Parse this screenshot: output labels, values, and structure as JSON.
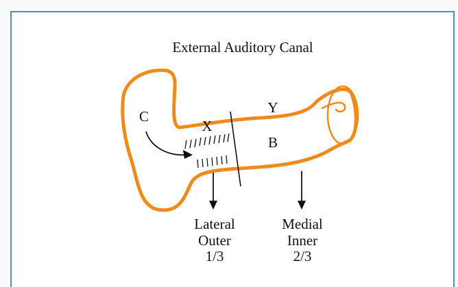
{
  "title": "External Auditory Canal",
  "labels": {
    "c": "C",
    "x": "X",
    "y": "Y",
    "b": "B"
  },
  "lateral": {
    "line1": "Lateral",
    "line2": "Outer",
    "line3": "1/3"
  },
  "medial": {
    "line1": "Medial",
    "line2": "Inner",
    "line3": "2/3"
  },
  "colors": {
    "canal_outline": "#f08a1c",
    "border": "#4a90c8",
    "ink": "#111111"
  }
}
